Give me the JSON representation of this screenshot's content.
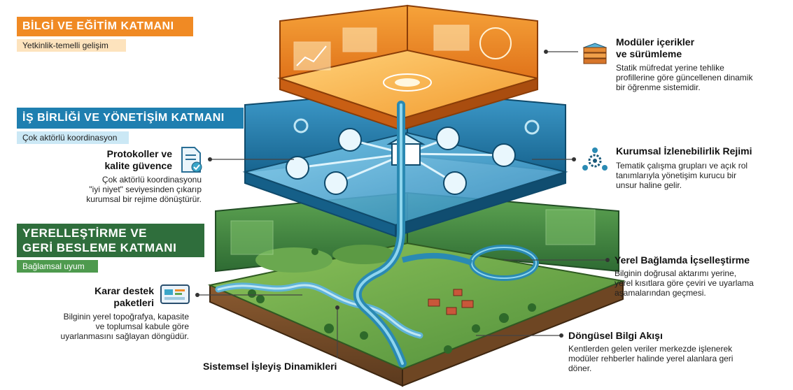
{
  "layers": {
    "knowledge": {
      "title": "BİLGİ VE EĞİTİM KATMANI",
      "subtitle": "Yetkinlik-temelli gelişim",
      "color": "#f08a24",
      "sub_color": "#fde3bd"
    },
    "collaboration": {
      "title": "İŞ BİRLİĞİ VE YÖNETİŞİM KATMANI",
      "subtitle": "Çok aktörlü koordinasyon",
      "color": "#1f7fb0",
      "sub_color": "#cbe8f5"
    },
    "localization": {
      "title_line1": "YERELLEŞTİRME VE",
      "title_line2": "GERİ BESLEME KATMANI",
      "subtitle": "Bağlamsal uyum",
      "color": "#2f6e3c",
      "sub_color": "#4e9a4e"
    }
  },
  "callouts": {
    "modular": {
      "title_line1": "Modüler içerikler",
      "title_line2": "ve sürümleme",
      "desc_line1": "Statik müfredat yerine tehlike",
      "desc_line2": "profillerine göre güncellenen dinamik",
      "desc_line3": "bir öğrenme sistemidir.",
      "icon": "stacked-modules-icon"
    },
    "protocols": {
      "title_line1": "Protokoller ve",
      "title_line2": "kalite güvence",
      "desc_line1": "Çok aktörlü koordinasyonu",
      "desc_line2": "\"iyi niyet\" seviyesinden çıkarıp",
      "desc_line3": "kurumsal bir rejime dönüştürür.",
      "icon": "document-check-icon"
    },
    "traceability": {
      "title": "Kurumsal İzlenebilirlik Rejimi",
      "desc_line1": "Tematik çalışma grupları ve açık rol",
      "desc_line2": "tanımlarıyla yönetişim kurucu bir",
      "desc_line3": "unsur haline gelir.",
      "icon": "network-gear-icon"
    },
    "local_context": {
      "title": "Yerel Bağlamda İçselleştirme",
      "desc_line1": "Bilginin doğrusal aktarımı yerine,",
      "desc_line2": "yerel kısıtlara göre çeviri ve uyarlama",
      "desc_line3": "aşamalarından geçmesi."
    },
    "decision": {
      "title_line1": "Karar destek",
      "title_line2": "paketleri",
      "desc_line1": "Bilginin yerel topoğrafya, kapasite",
      "desc_line2": "ve toplumsal kabule göre",
      "desc_line3": "uyarlanmasını sağlayan döngüdür.",
      "icon": "dashboard-screen-icon"
    },
    "cyclic": {
      "title": "Döngüsel Bilgi Akışı",
      "desc_line1": "Kentlerden gelen veriler merkezde işlenerek",
      "desc_line2": "modüler rehberler halinde yerel alanlara geri",
      "desc_line3": "döner."
    },
    "systemic": {
      "title": "Sistemsel İşleyiş Dinamikleri"
    }
  },
  "colors": {
    "orange": "#f08a24",
    "blue": "#1f7fb0",
    "green": "#2f6e3c",
    "pipe": "#3aa6c9"
  }
}
